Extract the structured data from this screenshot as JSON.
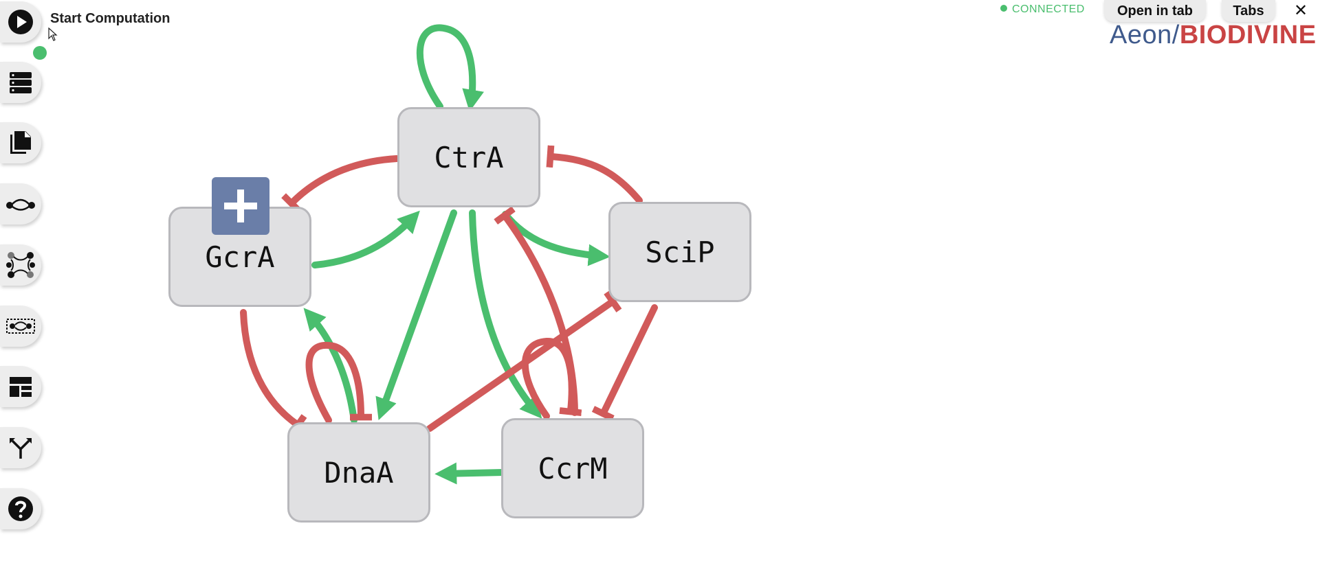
{
  "header": {
    "start_label": "Start Computation",
    "connection_status": "CONNECTED",
    "open_in_tab_label": "Open in tab",
    "tabs_label": "Tabs",
    "close_glyph": "✕"
  },
  "logo": {
    "part1": "Aeon/",
    "part2": "BIODIVINE"
  },
  "sidebar": {
    "items": [
      {
        "icon": "play-icon"
      },
      {
        "icon": "server-icon"
      },
      {
        "icon": "documents-icon"
      },
      {
        "icon": "edge-icon"
      },
      {
        "icon": "graph-icon"
      },
      {
        "icon": "selection-icon"
      },
      {
        "icon": "dashboard-icon"
      },
      {
        "icon": "fork-icon"
      },
      {
        "icon": "help-icon"
      }
    ]
  },
  "network": {
    "nodes": [
      {
        "id": "CtrA",
        "label": "CtrA"
      },
      {
        "id": "GcrA",
        "label": "GcrA"
      },
      {
        "id": "SciP",
        "label": "SciP"
      },
      {
        "id": "DnaA",
        "label": "DnaA"
      },
      {
        "id": "CcrM",
        "label": "CcrM"
      }
    ],
    "edges": [
      {
        "from": "CtrA",
        "to": "CtrA",
        "type": "activation"
      },
      {
        "from": "CtrA",
        "to": "GcrA",
        "type": "inhibition"
      },
      {
        "from": "GcrA",
        "to": "CtrA",
        "type": "activation"
      },
      {
        "from": "SciP",
        "to": "CtrA",
        "type": "inhibition"
      },
      {
        "from": "CtrA",
        "to": "SciP",
        "type": "activation"
      },
      {
        "from": "CtrA",
        "to": "DnaA",
        "type": "activation"
      },
      {
        "from": "CtrA",
        "to": "CcrM",
        "type": "activation"
      },
      {
        "from": "CcrM",
        "to": "CtrA",
        "type": "inhibition"
      },
      {
        "from": "SciP",
        "to": "CcrM",
        "type": "inhibition"
      },
      {
        "from": "DnaA",
        "to": "SciP",
        "type": "inhibition"
      },
      {
        "from": "GcrA",
        "to": "DnaA",
        "type": "inhibition"
      },
      {
        "from": "DnaA",
        "to": "GcrA",
        "type": "activation"
      },
      {
        "from": "DnaA",
        "to": "DnaA",
        "type": "inhibition"
      },
      {
        "from": "CcrM",
        "to": "CcrM",
        "type": "inhibition"
      },
      {
        "from": "CcrM",
        "to": "DnaA",
        "type": "activation"
      }
    ]
  },
  "colors": {
    "activation": "#4abe6e",
    "inhibition": "#d15a5a",
    "accent": "#6a7ea8"
  }
}
